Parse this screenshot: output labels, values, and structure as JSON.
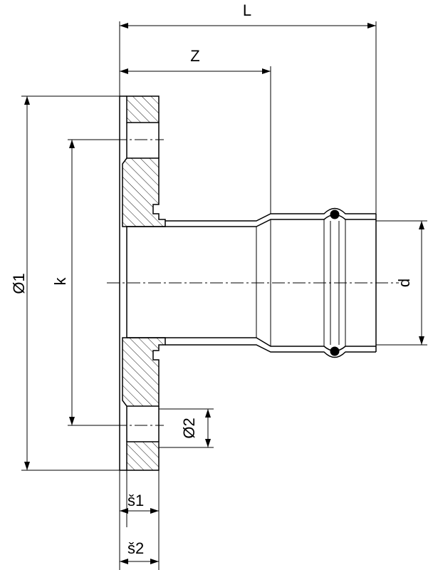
{
  "dimensions": {
    "L": "L",
    "Z": "Z",
    "flange_diameter": "Ø1",
    "bolt_circle": "k",
    "pipe_diameter": "d",
    "hole_diameter": "Ø2",
    "thickness_1": "š1",
    "thickness_2": "š2"
  }
}
